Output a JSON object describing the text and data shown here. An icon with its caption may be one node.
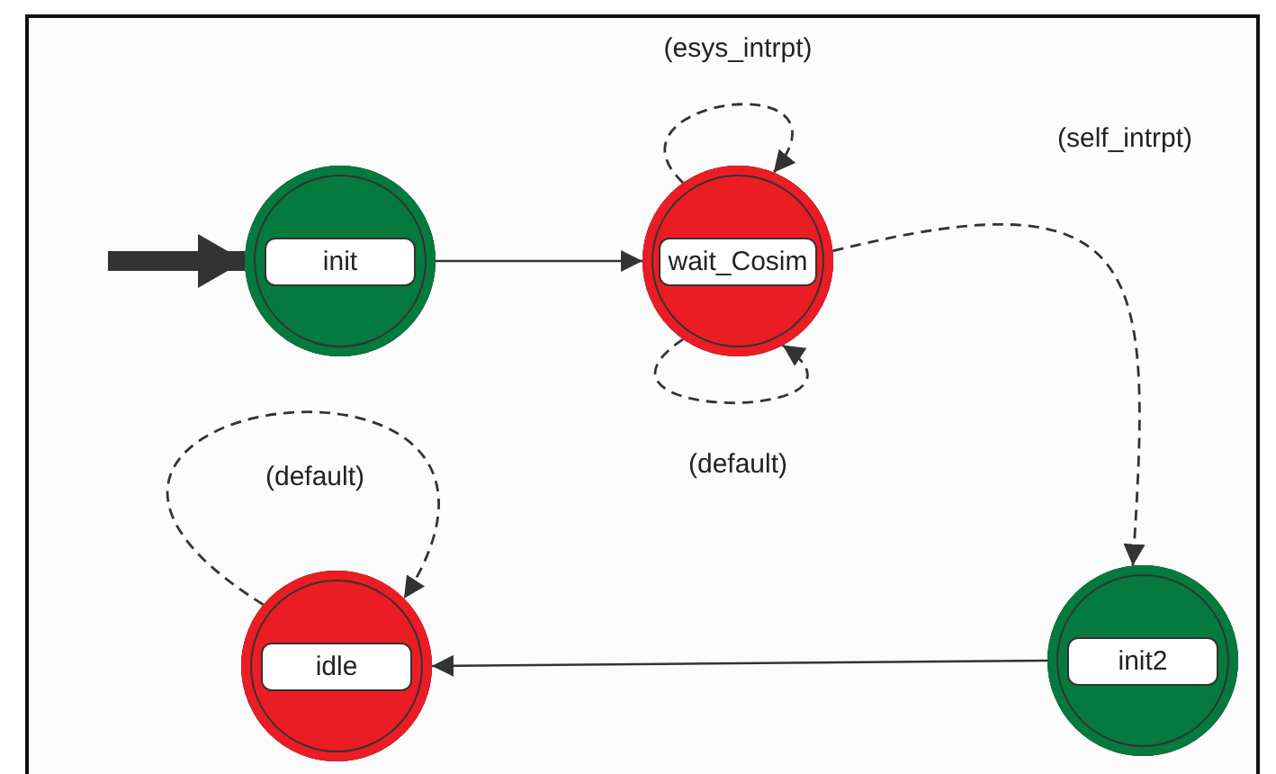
{
  "diagram": {
    "nodes": [
      {
        "text": [
          "init"
        ]
      },
      {
        "text": [
          "wait_Cosim"
        ]
      },
      {
        "text": [
          "idle"
        ]
      },
      {
        "text": [
          "init2"
        ]
      }
    ],
    "edges": [
      {
        "from": null,
        "to": 0,
        "arrow": "to",
        "style": "thick"
      },
      {
        "from": 0,
        "to": 1,
        "arrow": "to"
      },
      {
        "from": 1,
        "to": 1,
        "arrow": "to",
        "style": "dashed",
        "label": "(esys_intrpt)"
      },
      {
        "from": 1,
        "to": 1,
        "arrow": "to",
        "style": "dashed",
        "label": "(default)"
      },
      {
        "from": 1,
        "to": 3,
        "arrow": "to",
        "style": "dashed",
        "label": "(self_intrpt)"
      },
      {
        "from": 2,
        "to": 2,
        "arrow": "to",
        "style": "dashed",
        "label": "(default)"
      },
      {
        "from": 3,
        "to": 2,
        "arrow": "to"
      }
    ]
  }
}
